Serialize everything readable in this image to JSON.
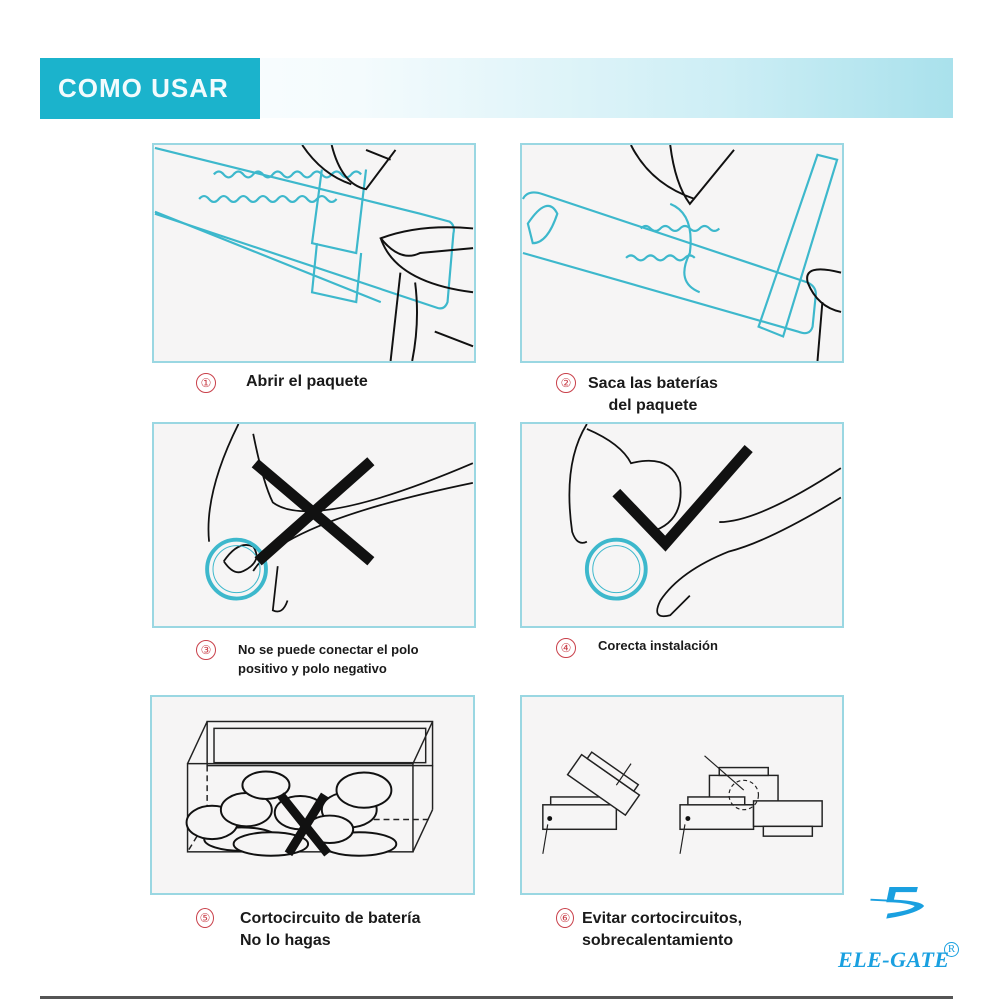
{
  "header": {
    "title": "COMO USAR",
    "accent_color": "#1bb3cc"
  },
  "steps": [
    {
      "number": "①",
      "text": "Abrir el paquete",
      "illustration": "open-package-illustration"
    },
    {
      "number": "②",
      "text": "Saca las baterías\ndel paquete",
      "illustration": "remove-batteries-illustration"
    },
    {
      "number": "③",
      "text": "No se puede conectar el polo\npositivo y polo negativo",
      "illustration": "wrong-grip-illustration",
      "mark": "x-mark"
    },
    {
      "number": "④",
      "text": "Corecta instalación",
      "illustration": "correct-grip-illustration",
      "mark": "check-mark"
    },
    {
      "number": "⑤",
      "text": "Cortocircuito de batería\nNo lo hagas",
      "illustration": "batteries-in-box-illustration",
      "mark": "x-mark"
    },
    {
      "number": "⑥",
      "text": "Evitar cortocircuitos,\nsobrecalentamiento",
      "illustration": "stacked-batteries-illustration"
    }
  ],
  "brand": {
    "name": "ELE-GATE",
    "registered": "R",
    "color": "#1aa0e0"
  },
  "colors": {
    "panel_border": "#9ad7e2",
    "panel_bg": "#f6f5f5",
    "number_circle": "#c9404a",
    "line_teal": "#3db8cc"
  }
}
